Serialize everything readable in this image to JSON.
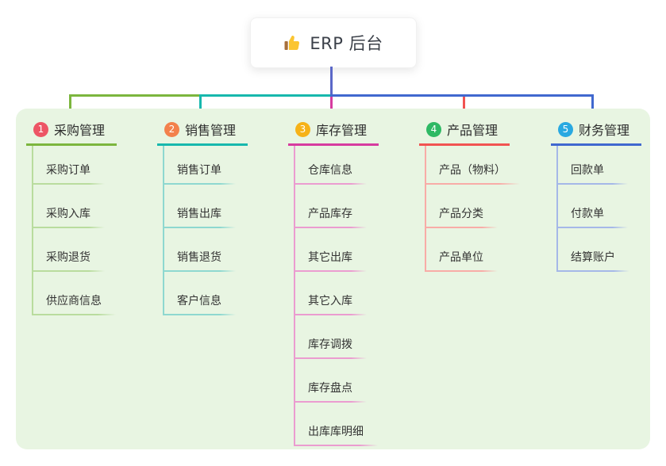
{
  "root": {
    "icon": "thumbs-up",
    "label": "ERP 后台"
  },
  "canvas": {
    "background": "#ffffff",
    "panel_background": "#e8f5e2",
    "text_color": "#333333"
  },
  "connectors": {
    "root_color": "#5b68c8"
  },
  "branches": [
    {
      "index": "1",
      "label": "采购管理",
      "badge_color": "#ed5565",
      "line_color": "#7cb63e",
      "sub_line_color": "#b9dc9e",
      "items": [
        "采购订单",
        "采购入库",
        "采购退货",
        "供应商信息"
      ]
    },
    {
      "index": "2",
      "label": "销售管理",
      "badge_color": "#f3814c",
      "line_color": "#17b8ad",
      "sub_line_color": "#8ed8d0",
      "items": [
        "销售订单",
        "销售出库",
        "销售退货",
        "客户信息"
      ]
    },
    {
      "index": "3",
      "label": "库存管理",
      "badge_color": "#f6b218",
      "line_color": "#d63b9f",
      "sub_line_color": "#eb9cd0",
      "items": [
        "仓库信息",
        "产品库存",
        "其它出库",
        "其它入库",
        "库存调拨",
        "库存盘点",
        "出库库明细"
      ]
    },
    {
      "index": "4",
      "label": "产品管理",
      "badge_color": "#2eb964",
      "line_color": "#f15351",
      "sub_line_color": "#f8aca7",
      "items": [
        "产品（物料）",
        "产品分类",
        "产品单位"
      ]
    },
    {
      "index": "5",
      "label": "财务管理",
      "badge_color": "#29a9e1",
      "line_color": "#4068cf",
      "sub_line_color": "#a5b8e8",
      "items": [
        "回款单",
        "付款单",
        "结算账户"
      ]
    }
  ]
}
